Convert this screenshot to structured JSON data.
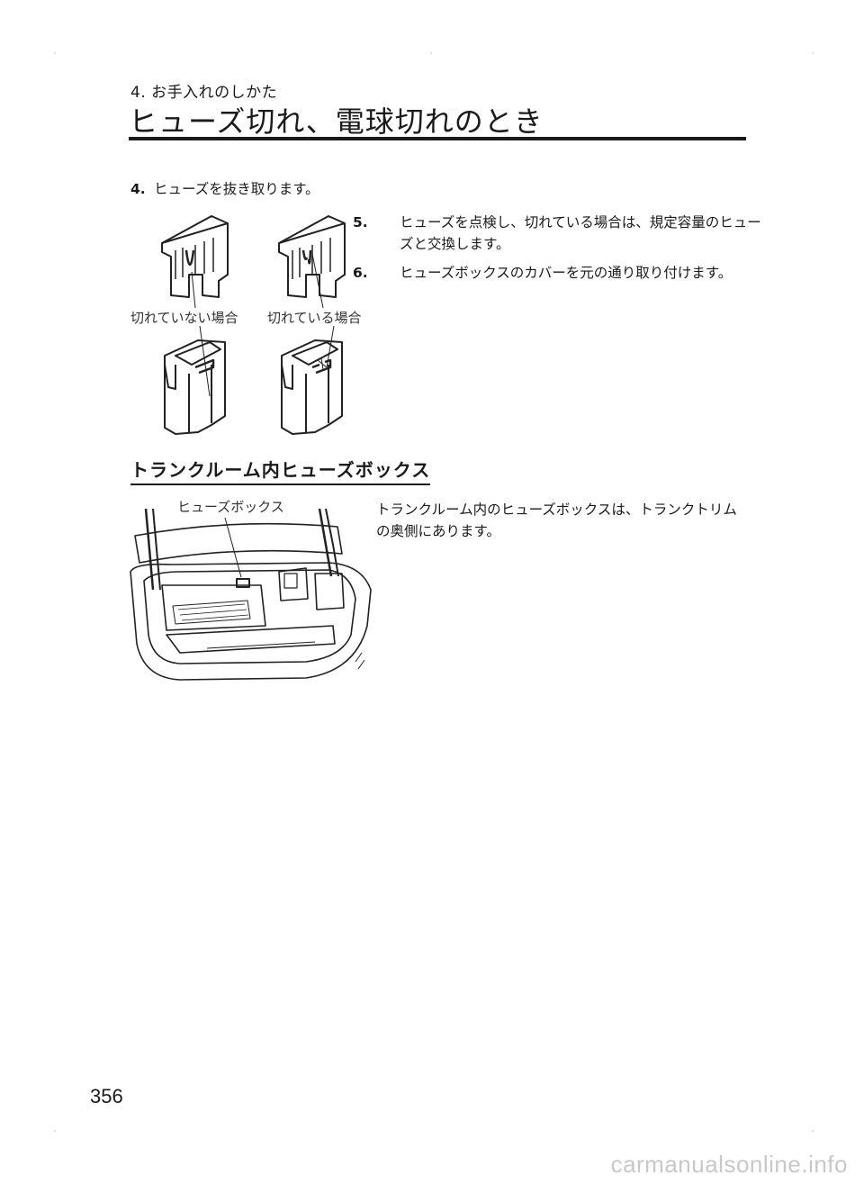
{
  "header": {
    "section_label": "4. お手入れのしかた",
    "page_title": "ヒューズ切れ、電球切れのとき"
  },
  "steps": {
    "step4": {
      "num": "4.",
      "text": "ヒューズを抜き取ります。"
    },
    "step5": {
      "num": "5.",
      "text": "ヒューズを点検し、切れている場合は、規定容量のヒューズと交換します。"
    },
    "step6": {
      "num": "6.",
      "text": "ヒューズボックスのカバーを元の通り取り付けます。"
    }
  },
  "fuse_figure": {
    "label_ok": "切れていない場合",
    "label_blown": "切れている場合"
  },
  "trunk_section": {
    "heading": "トランクルーム内ヒューズボックス",
    "figure_label": "ヒューズボックス",
    "body": "トランクルーム内のヒューズボックスは、トランクトリムの奥側にあります。"
  },
  "footer": {
    "page_number": "356",
    "watermark": "carmanualsonline.info"
  }
}
